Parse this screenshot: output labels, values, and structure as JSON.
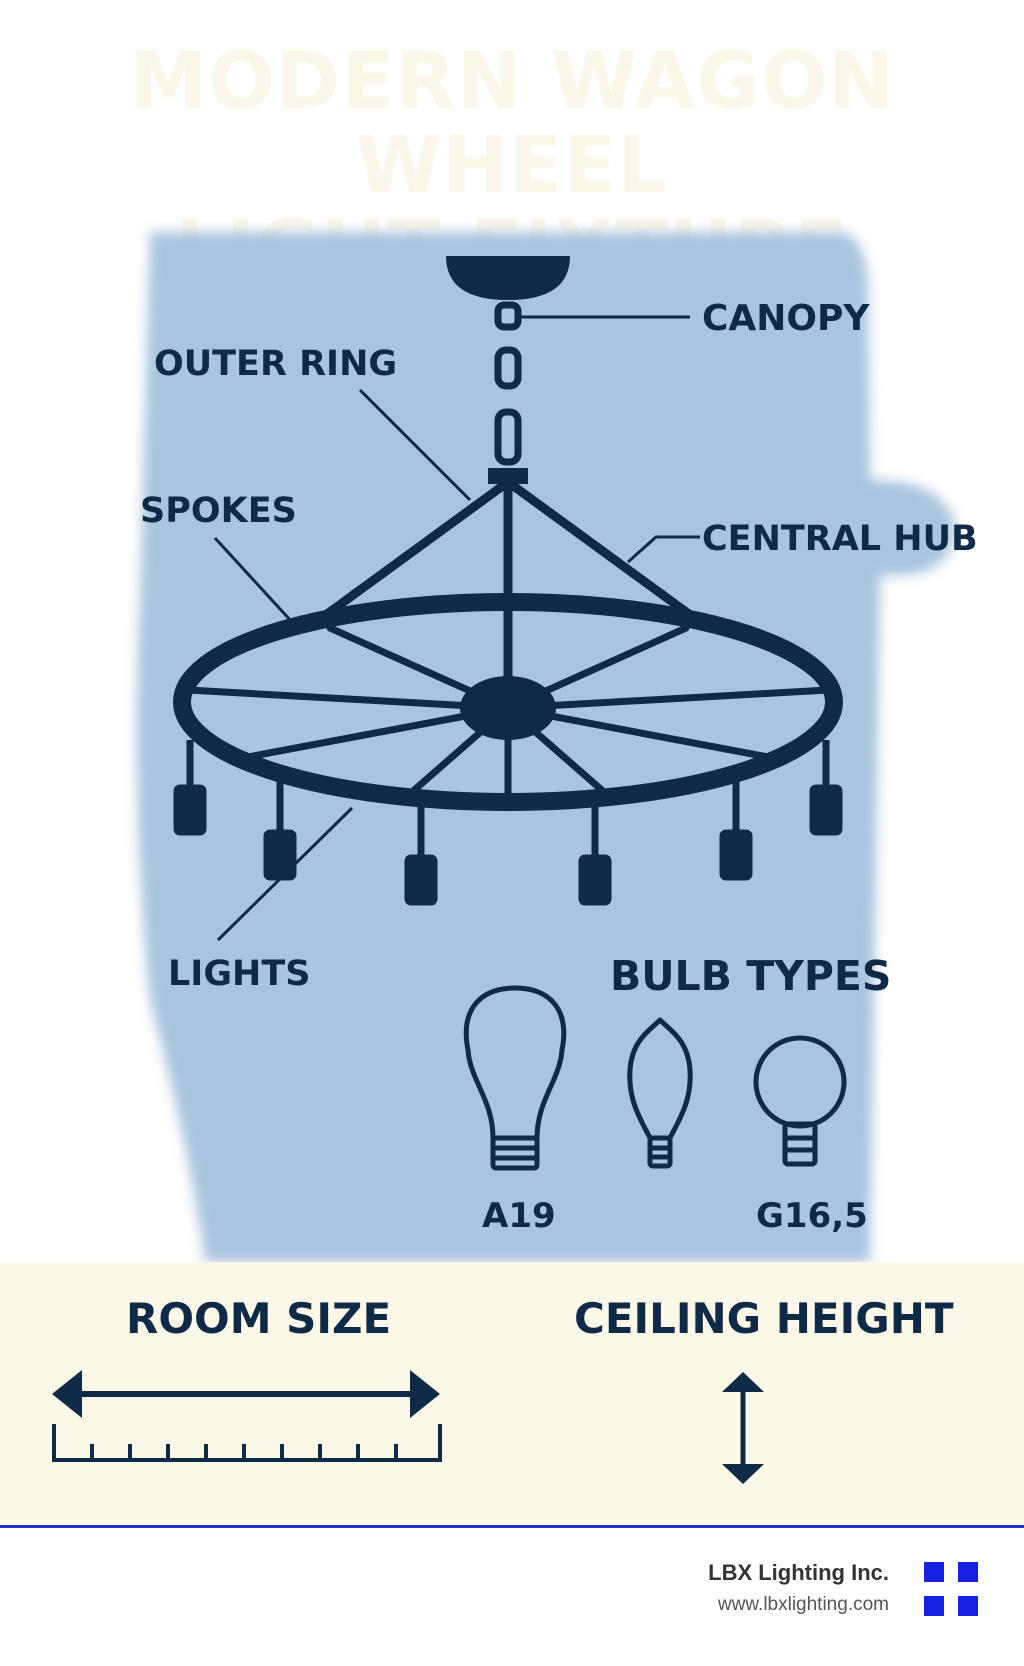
{
  "title": {
    "line1": "MODERN WAGON WHEEL",
    "line2": "LIGHT FIXTURE"
  },
  "labels": {
    "canopy": "CANOPY",
    "outer_ring": "OUTER RING",
    "spokes": "SPOKES",
    "central_hub": "CENTRAL HUB",
    "lights": "LIGHTS"
  },
  "bulbs": {
    "heading": "BULB TYPES",
    "types": [
      "A19",
      "",
      "G16,5"
    ]
  },
  "room_size": {
    "label": "ROOM SIZE"
  },
  "ceiling_height": {
    "label": "CEILING HEIGHT"
  },
  "brand": {
    "name": "LBX Lighting Inc.",
    "url": "www.lbxlighting.com"
  },
  "colors": {
    "navy": "#0f2a47",
    "panel_blue": "#a8c4df",
    "cream": "#fbf8e8",
    "accent_blue": "#1520e0"
  }
}
